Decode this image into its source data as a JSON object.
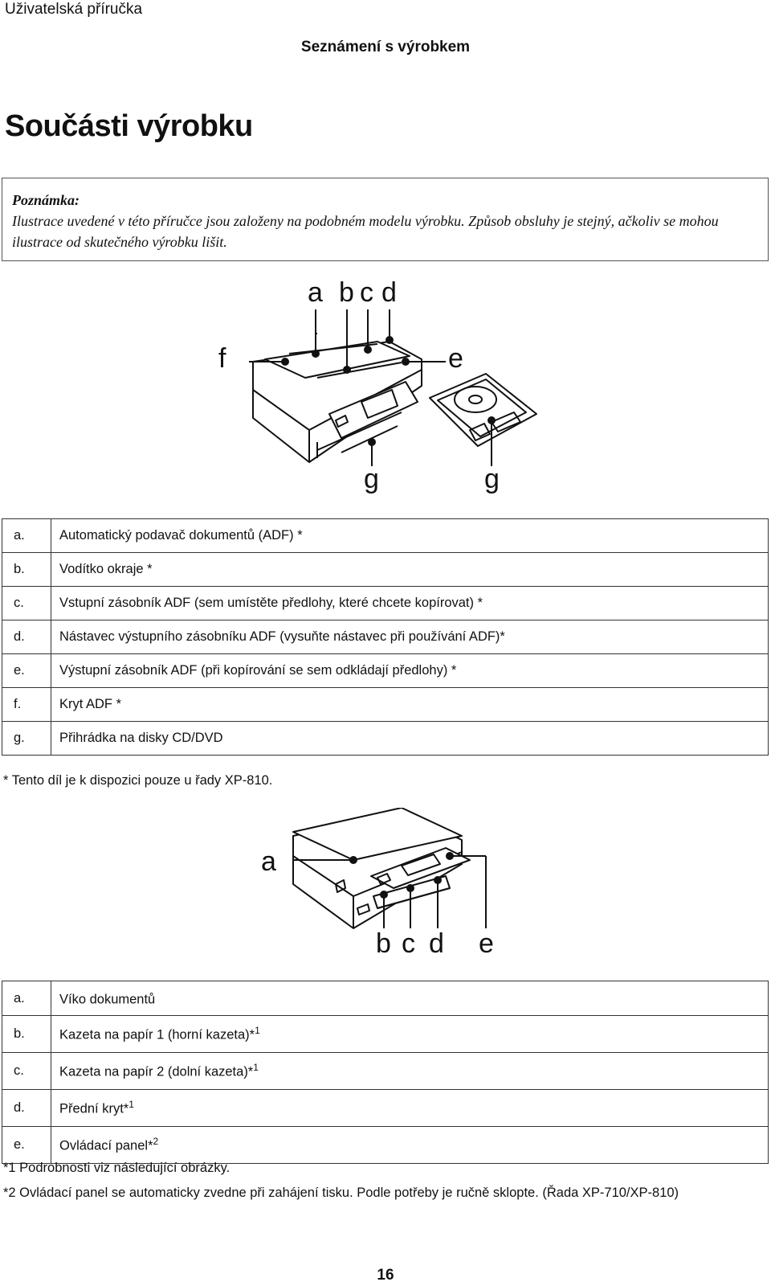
{
  "header": {
    "doc_title": "Uživatelská příručka",
    "section_title": "Seznámení s výrobkem"
  },
  "heading": "Součásti výrobku",
  "note": {
    "title": "Poznámka:",
    "text": "Ilustrace uvedené v této příručce jsou založeny na podobném modelu výrobku. Způsob obsluhy je stejný, ačkoliv se mohou ilustrace od skutečného výrobku lišit."
  },
  "figure1": {
    "labels": {
      "a": "a",
      "b": "b",
      "c": "c",
      "d": "d",
      "e": "e",
      "f": "f",
      "g1": "g",
      "g2": "g"
    }
  },
  "parts1": [
    {
      "letter": "a.",
      "text": "Automatický podavač dokumentů (ADF) *"
    },
    {
      "letter": "b.",
      "text": "Vodítko okraje *"
    },
    {
      "letter": "c.",
      "text": "Vstupní zásobník ADF (sem umístěte předlohy, které chcete kopírovat) *"
    },
    {
      "letter": "d.",
      "text": "Nástavec výstupního zásobníku ADF (vysuňte nástavec při používání ADF)*"
    },
    {
      "letter": "e.",
      "text": "Výstupní zásobník ADF (při kopírování se sem odkládají předlohy) *"
    },
    {
      "letter": "f.",
      "text": "Kryt ADF *"
    },
    {
      "letter": "g.",
      "text": "Přihrádka na disky CD/DVD"
    }
  ],
  "footnote1": "* Tento díl je k dispozici pouze u řady XP-810.",
  "figure2": {
    "labels": {
      "a": "a",
      "b": "b",
      "c": "c",
      "d": "d",
      "e": "e"
    }
  },
  "parts2": [
    {
      "letter": "a.",
      "text": "Víko dokumentů",
      "sup": ""
    },
    {
      "letter": "b.",
      "text": "Kazeta na papír 1 (horní kazeta)*",
      "sup": "1"
    },
    {
      "letter": "c.",
      "text": "Kazeta na papír 2 (dolní kazeta)*",
      "sup": "1"
    },
    {
      "letter": "d.",
      "text": "Přední kryt*",
      "sup": "1"
    },
    {
      "letter": "e.",
      "text": "Ovládací panel*",
      "sup": "2"
    }
  ],
  "footnote2a": "*1 Podrobnosti viz následující obrázky.",
  "footnote2b": "*2 Ovládací panel se automaticky zvedne při zahájení tisku. Podle potřeby je ručně sklopte. (Řada XP-710/XP-810)",
  "page_number": "16"
}
